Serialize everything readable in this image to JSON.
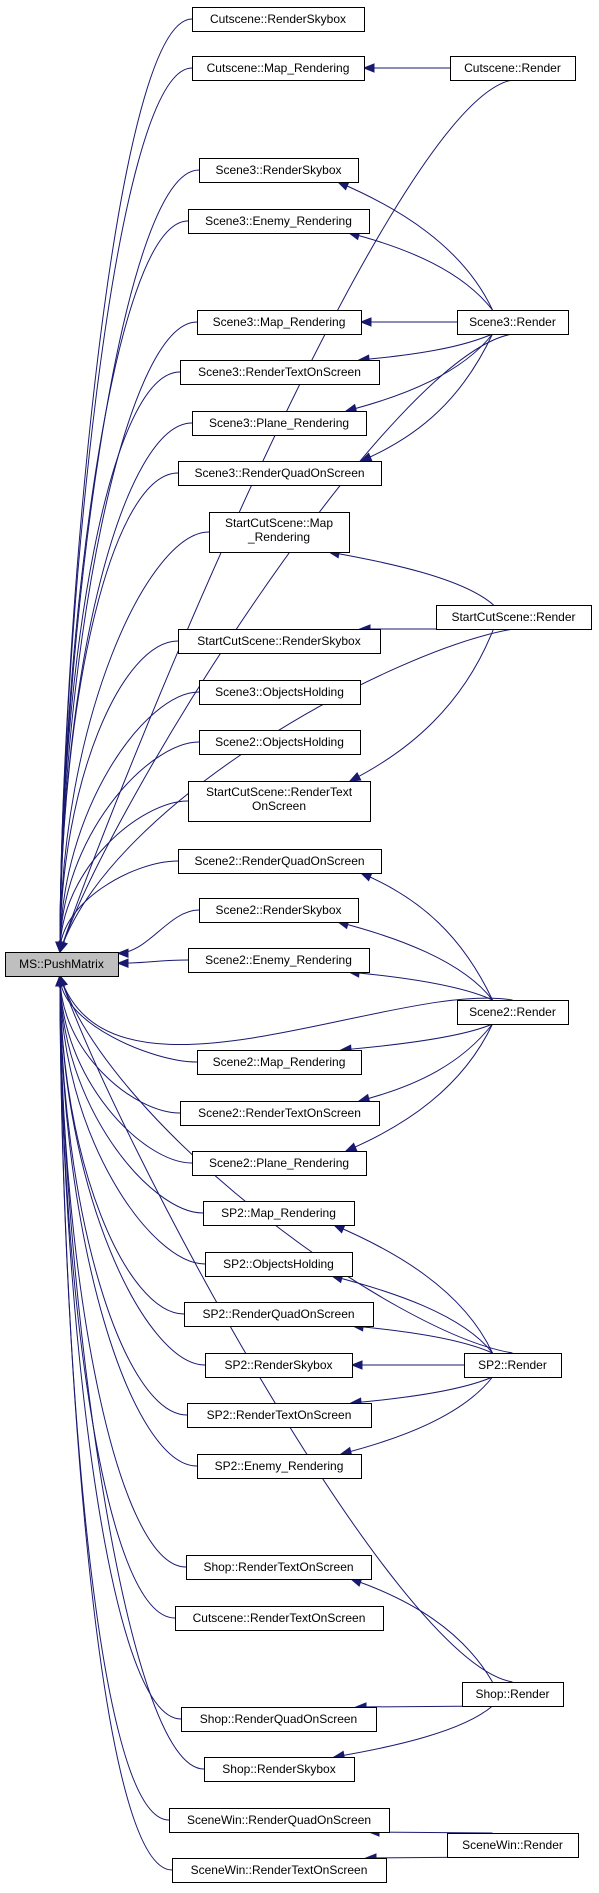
{
  "colors": {
    "edge": "#191970",
    "root_fill": "#bfbfbf",
    "node_fill": "#ffffff",
    "border": "#000000"
  },
  "nodes": {
    "ms_pushmatrix": "MS::PushMatrix",
    "cutscene_renderskybox": "Cutscene::RenderSkybox",
    "cutscene_map_rendering": "Cutscene::Map_Rendering",
    "cutscene_render": "Cutscene::Render",
    "scene3_renderskybox": "Scene3::RenderSkybox",
    "scene3_enemy_rendering": "Scene3::Enemy_Rendering",
    "scene3_map_rendering": "Scene3::Map_Rendering",
    "scene3_render": "Scene3::Render",
    "scene3_rendertextonscreen": "Scene3::RenderTextOnScreen",
    "scene3_plane_rendering": "Scene3::Plane_Rendering",
    "scene3_renderquadonscreen": "Scene3::RenderQuadOnScreen",
    "startcutscene_map_rendering": [
      "StartCutScene::Map",
      "_Rendering"
    ],
    "startcutscene_render": "StartCutScene::Render",
    "startcutscene_renderskybox": "StartCutScene::RenderSkybox",
    "scene3_objectsholding": "Scene3::ObjectsHolding",
    "scene2_objectsholding": "Scene2::ObjectsHolding",
    "startcutscene_rendertextonscreen": [
      "StartCutScene::RenderText",
      "OnScreen"
    ],
    "scene2_renderquadonscreen": "Scene2::RenderQuadOnScreen",
    "scene2_renderskybox": "Scene2::RenderSkybox",
    "scene2_enemy_rendering": "Scene2::Enemy_Rendering",
    "scene2_render": "Scene2::Render",
    "scene2_map_rendering": "Scene2::Map_Rendering",
    "scene2_rendertextonscreen": "Scene2::RenderTextOnScreen",
    "scene2_plane_rendering": "Scene2::Plane_Rendering",
    "sp2_map_rendering": "SP2::Map_Rendering",
    "sp2_objectsholding": "SP2::ObjectsHolding",
    "sp2_renderquadonscreen": "SP2::RenderQuadOnScreen",
    "sp2_renderskybox": "SP2::RenderSkybox",
    "sp2_render": "SP2::Render",
    "sp2_rendertextonscreen": "SP2::RenderTextOnScreen",
    "sp2_enemy_rendering": "SP2::Enemy_Rendering",
    "shop_rendertextonscreen": "Shop::RenderTextOnScreen",
    "cutscene_rendertextonscreen": "Cutscene::RenderTextOnScreen",
    "shop_render": "Shop::Render",
    "shop_renderquadonscreen": "Shop::RenderQuadOnScreen",
    "shop_renderskybox": "Shop::RenderSkybox",
    "scenewin_renderquadonscreen": "SceneWin::RenderQuadOnScreen",
    "scenewin_render": "SceneWin::Render",
    "scenewin_rendertextonscreen": "SceneWin::RenderTextOnScreen"
  },
  "edges": [
    [
      "cutscene_renderskybox",
      "ms_pushmatrix"
    ],
    [
      "cutscene_map_rendering",
      "ms_pushmatrix"
    ],
    [
      "cutscene_render",
      "cutscene_map_rendering"
    ],
    [
      "cutscene_render",
      "ms_pushmatrix"
    ],
    [
      "scene3_renderskybox",
      "ms_pushmatrix"
    ],
    [
      "scene3_enemy_rendering",
      "ms_pushmatrix"
    ],
    [
      "scene3_map_rendering",
      "ms_pushmatrix"
    ],
    [
      "scene3_rendertextonscreen",
      "ms_pushmatrix"
    ],
    [
      "scene3_plane_rendering",
      "ms_pushmatrix"
    ],
    [
      "scene3_renderquadonscreen",
      "ms_pushmatrix"
    ],
    [
      "scene3_render",
      "scene3_renderskybox"
    ],
    [
      "scene3_render",
      "scene3_enemy_rendering"
    ],
    [
      "scene3_render",
      "ms_pushmatrix"
    ],
    [
      "scene3_render",
      "scene3_map_rendering"
    ],
    [
      "scene3_render",
      "scene3_rendertextonscreen"
    ],
    [
      "scene3_render",
      "scene3_plane_rendering"
    ],
    [
      "scene3_render",
      "scene3_renderquadonscreen"
    ],
    [
      "startcutscene_map_rendering",
      "ms_pushmatrix"
    ],
    [
      "startcutscene_renderskybox",
      "ms_pushmatrix"
    ],
    [
      "startcutscene_render",
      "startcutscene_map_rendering"
    ],
    [
      "startcutscene_render",
      "ms_pushmatrix"
    ],
    [
      "startcutscene_render",
      "startcutscene_renderskybox"
    ],
    [
      "startcutscene_render",
      "startcutscene_rendertextonscreen"
    ],
    [
      "scene3_objectsholding",
      "ms_pushmatrix"
    ],
    [
      "scene2_objectsholding",
      "ms_pushmatrix"
    ],
    [
      "startcutscene_rendertextonscreen",
      "ms_pushmatrix"
    ],
    [
      "scene2_renderquadonscreen",
      "ms_pushmatrix"
    ],
    [
      "scene2_renderskybox",
      "ms_pushmatrix"
    ],
    [
      "scene2_enemy_rendering",
      "ms_pushmatrix"
    ],
    [
      "scene2_map_rendering",
      "ms_pushmatrix"
    ],
    [
      "scene2_rendertextonscreen",
      "ms_pushmatrix"
    ],
    [
      "scene2_plane_rendering",
      "ms_pushmatrix"
    ],
    [
      "scene2_render",
      "scene2_renderquadonscreen"
    ],
    [
      "scene2_render",
      "scene2_renderskybox"
    ],
    [
      "scene2_render",
      "scene2_enemy_rendering"
    ],
    [
      "scene2_render",
      "ms_pushmatrix"
    ],
    [
      "scene2_render",
      "scene2_map_rendering"
    ],
    [
      "scene2_render",
      "scene2_rendertextonscreen"
    ],
    [
      "scene2_render",
      "scene2_plane_rendering"
    ],
    [
      "sp2_map_rendering",
      "ms_pushmatrix"
    ],
    [
      "sp2_objectsholding",
      "ms_pushmatrix"
    ],
    [
      "sp2_renderquadonscreen",
      "ms_pushmatrix"
    ],
    [
      "sp2_renderskybox",
      "ms_pushmatrix"
    ],
    [
      "sp2_rendertextonscreen",
      "ms_pushmatrix"
    ],
    [
      "sp2_enemy_rendering",
      "ms_pushmatrix"
    ],
    [
      "sp2_render",
      "sp2_map_rendering"
    ],
    [
      "sp2_render",
      "sp2_objectsholding"
    ],
    [
      "sp2_render",
      "sp2_renderquadonscreen"
    ],
    [
      "sp2_render",
      "sp2_renderskybox"
    ],
    [
      "sp2_render",
      "sp2_rendertextonscreen"
    ],
    [
      "sp2_render",
      "sp2_enemy_rendering"
    ],
    [
      "sp2_render",
      "ms_pushmatrix"
    ],
    [
      "shop_rendertextonscreen",
      "ms_pushmatrix"
    ],
    [
      "cutscene_rendertextonscreen",
      "ms_pushmatrix"
    ],
    [
      "shop_renderquadonscreen",
      "ms_pushmatrix"
    ],
    [
      "shop_renderskybox",
      "ms_pushmatrix"
    ],
    [
      "shop_render",
      "shop_rendertextonscreen"
    ],
    [
      "shop_render",
      "ms_pushmatrix"
    ],
    [
      "shop_render",
      "shop_renderquadonscreen"
    ],
    [
      "shop_render",
      "shop_renderskybox"
    ],
    [
      "scenewin_renderquadonscreen",
      "ms_pushmatrix"
    ],
    [
      "scenewin_rendertextonscreen",
      "ms_pushmatrix"
    ],
    [
      "scenewin_render",
      "scenewin_renderquadonscreen"
    ],
    [
      "scenewin_render",
      "scenewin_rendertextonscreen"
    ]
  ]
}
